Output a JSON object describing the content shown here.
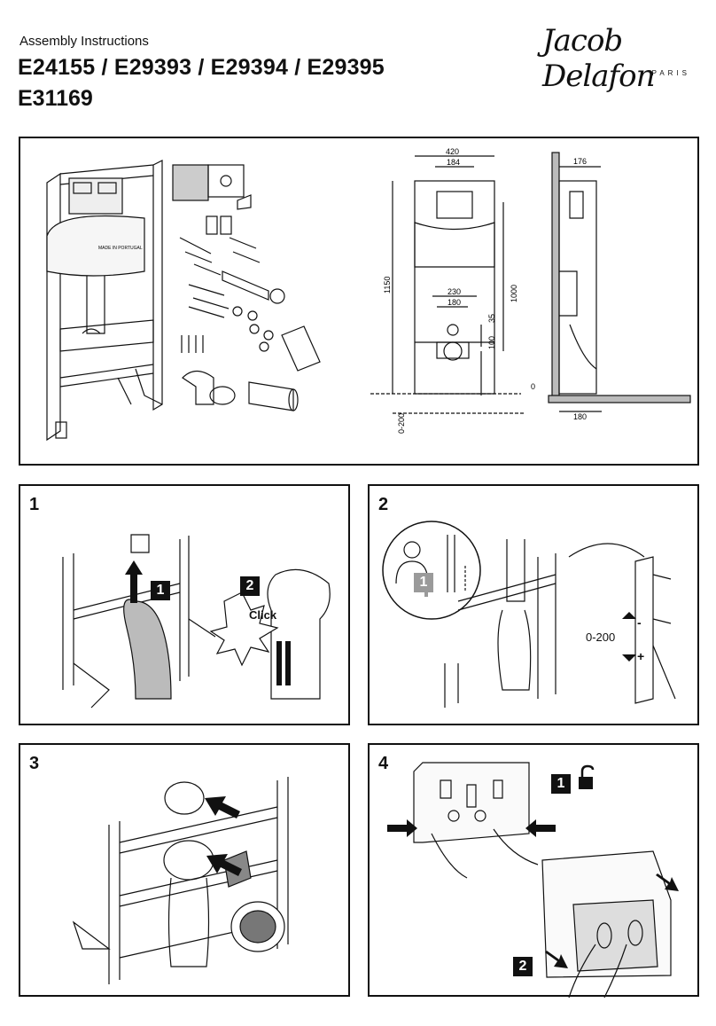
{
  "header": {
    "subtitle": "Assembly Instructions",
    "models_line1": "E24155 / E29393 / E29394 / E29395",
    "models_line2": "E31169",
    "brand": "Jacob Delafon",
    "brand_city": "PARIS"
  },
  "overview": {
    "front_dims": {
      "width_outer": "420",
      "width_inner": "184",
      "height_total": "1150",
      "height_cistern": "1000",
      "w_230": "230",
      "w_180": "180",
      "h_35": "35",
      "h_100": "100",
      "adjust": "0-200"
    },
    "side_dims": {
      "depth_top": "176",
      "depth_bottom": "180"
    },
    "floor_mark": "0",
    "cistern_text": "MADE IN PORTUGAL"
  },
  "steps": [
    {
      "number": "1",
      "badge_a": "1",
      "badge_b": "2",
      "click_text": "Click"
    },
    {
      "number": "2",
      "badge_a": "1",
      "range_label": "0-200",
      "up_sign": "-",
      "down_sign": "+"
    },
    {
      "number": "3"
    },
    {
      "number": "4",
      "badge_a": "1",
      "badge_b": "2"
    }
  ],
  "colors": {
    "line": "#111111",
    "gray": "#9a9a9a",
    "light": "#e6e6e6"
  }
}
